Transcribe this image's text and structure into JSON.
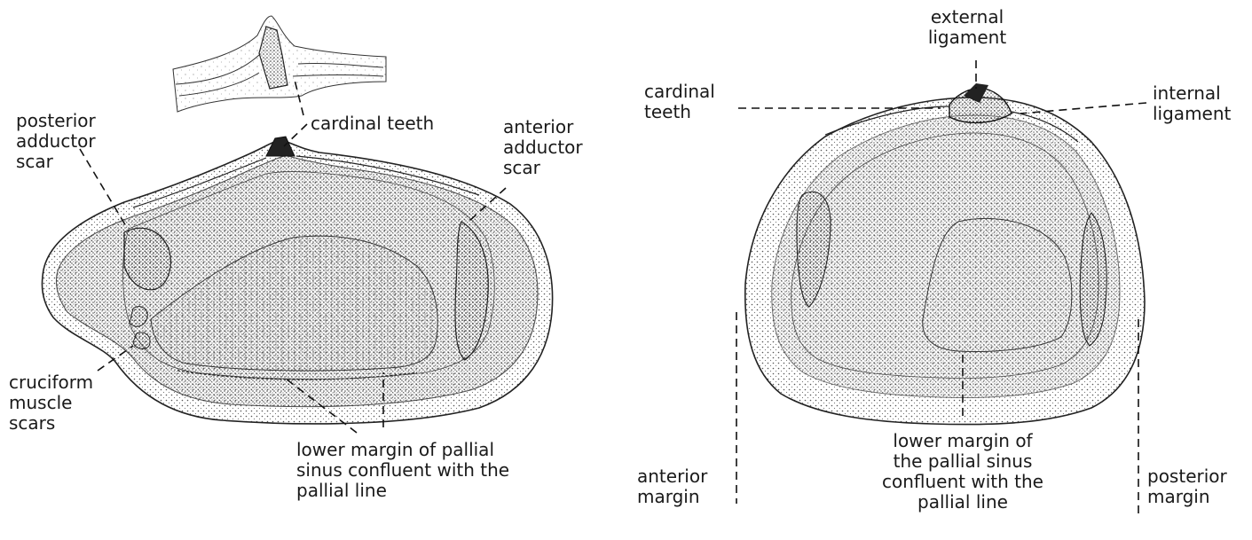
{
  "figure_left": {
    "labels": {
      "cardinal_teeth": "cardinal teeth",
      "posterior_adductor_scar": "posterior\nadductor\nscar",
      "anterior_adductor_scar": "anterior\nadductor\nscar",
      "cruciform_muscle_scars": "cruciform\nmuscle\nscars",
      "lower_margin": "lower margin of pallial\nsinus confluent with the\npallial line"
    }
  },
  "figure_right": {
    "labels": {
      "external_ligament": "external\nligament",
      "cardinal_teeth": "cardinal\nteeth",
      "internal_ligament": "internal\nligament",
      "anterior_margin": "anterior\nmargin",
      "lower_margin": "lower margin of\nthe pallial sinus\nconfluent with the\npallial line",
      "posterior_margin": "posterior\nmargin"
    }
  },
  "colors": {
    "ink": "#1a1a1a",
    "stipple": "#555555",
    "background": "#ffffff"
  }
}
